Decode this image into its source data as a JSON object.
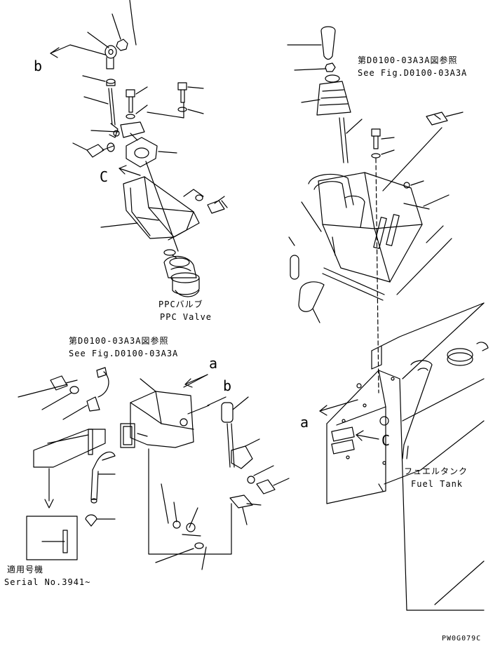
{
  "labels": {
    "ref_top_jp": "第D0100-03A3A図参照",
    "ref_top_en": "See Fig.D0100-03A3A",
    "ref_mid_jp": "第D0100-03A3A図参照",
    "ref_mid_en": "See Fig.D0100-03A3A",
    "ppc_jp": "PPCバルブ",
    "ppc_en": "PPC Valve",
    "fuel_jp": "フュエルタンク",
    "fuel_en": "Fuel Tank",
    "serial_jp": "適用号機",
    "serial_en": "Serial No.3941~",
    "drawing_code": "PW0G079C"
  },
  "callouts": {
    "a1": "a",
    "a2": "a",
    "b1": "b",
    "b2": "b",
    "c1": "C",
    "c2": "C"
  },
  "colors": {
    "ink": "#000000",
    "paper": "#ffffff"
  }
}
